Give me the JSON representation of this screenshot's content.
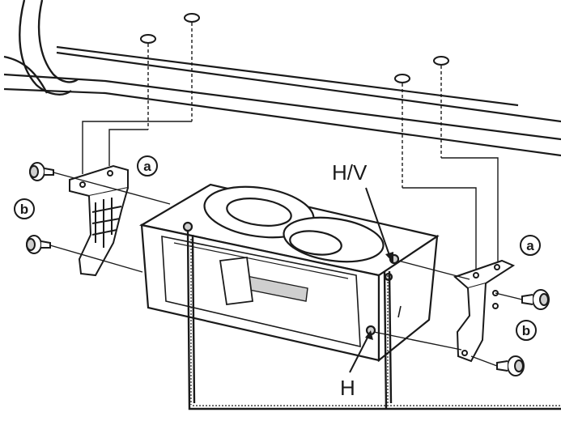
{
  "labels": {
    "a_left": "a",
    "a_right": "a",
    "b_left": "b",
    "b_right": "b",
    "hv": "H/V",
    "h": "H"
  },
  "colors": {
    "line": "#1a1a1a",
    "background": "#ffffff",
    "shade": "#cfcfcf"
  }
}
